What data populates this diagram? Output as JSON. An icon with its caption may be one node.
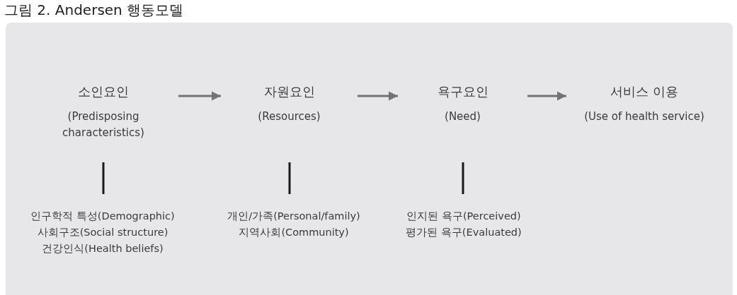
{
  "diagram": {
    "title": "그림 2. Andersen 행동모델",
    "nodes": [
      {
        "text": [
          "소인요인",
          "(Predisposing characteristics)"
        ]
      },
      {
        "text": [
          "자원요인",
          "(Resources)"
        ]
      },
      {
        "text": [
          "욕구요인",
          "(Need)"
        ]
      },
      {
        "text": [
          "서비스 이용",
          "(Use of health service)"
        ]
      },
      {
        "text": [
          "인구학적 특성(Demographic)",
          "사회구조(Social structure)",
          "건강인식(Health beliefs)"
        ]
      },
      {
        "text": [
          "개인/가족(Personal/family)",
          "지역사회(Community)"
        ]
      },
      {
        "text": [
          "인지된 욕구(Perceived)",
          "평가된 욕구(Evaluated)"
        ]
      }
    ],
    "edges": [
      {
        "from": 0,
        "to": 1,
        "arrow": "to",
        "color": "#737373"
      },
      {
        "from": 1,
        "to": 2,
        "arrow": "to",
        "color": "#737373"
      },
      {
        "from": 2,
        "to": 3,
        "arrow": "to",
        "color": "#737373"
      },
      {
        "from": 0,
        "to": 4,
        "arrow": "none",
        "color": "#1a1a1a"
      },
      {
        "from": 1,
        "to": 5,
        "arrow": "none",
        "color": "#1a1a1a"
      },
      {
        "from": 2,
        "to": 6,
        "arrow": "none",
        "color": "#1a1a1a"
      }
    ]
  }
}
